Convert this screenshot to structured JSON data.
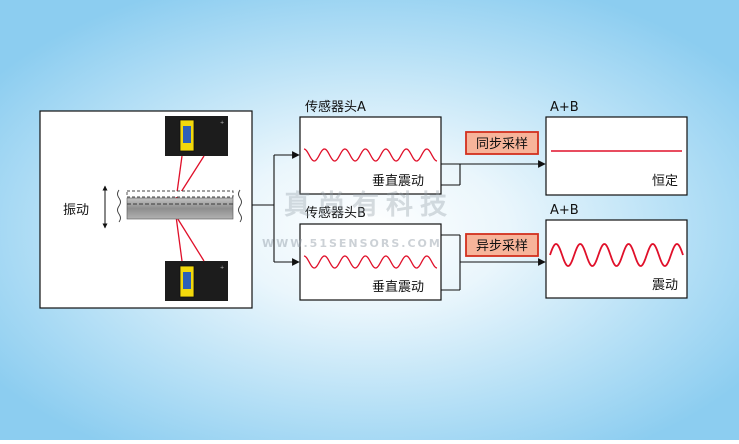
{
  "diagram": {
    "vibration_label": "振动",
    "sensor_a": {
      "title": "传感器头A",
      "signal_label": "垂直震动"
    },
    "sensor_b": {
      "title": "传感器头B",
      "signal_label": "垂直震动"
    },
    "sync_sampling": {
      "label": "同步采样",
      "result_title": "A+B",
      "result_label": "恒定"
    },
    "async_sampling": {
      "label": "异步采样",
      "result_title": "A+B",
      "result_label": "震动"
    },
    "watermark": {
      "cn": "真尚有科技",
      "url": "WWW.51SENSORS.COM"
    }
  },
  "colors": {
    "wave": "#e0102a",
    "label_box_fill": "#f7b49a",
    "label_box_stroke": "#d2301e",
    "sensor_body": "#1c1c1c",
    "sensor_window": "#f2d80c",
    "target_plate": "#9b9b9b"
  }
}
